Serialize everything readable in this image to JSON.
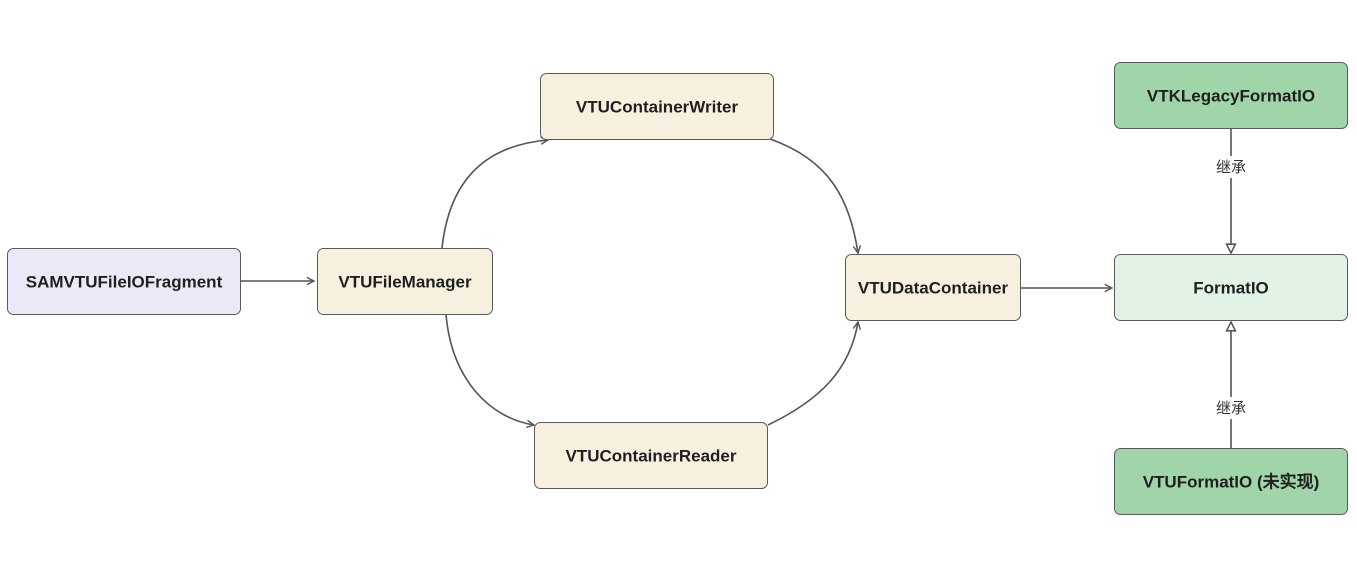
{
  "diagram": {
    "colors": {
      "purple_fill": "#ECE8F8",
      "beige_fill": "#F8F0DF",
      "light_green_fill": "#E2F2E4",
      "green_fill": "#9FD5A8",
      "border": "#5A5A5A",
      "edge": "#555555"
    },
    "nodes": {
      "samvtu": {
        "label": "SAMVTUFileIOFragment"
      },
      "file_manager": {
        "label": "VTUFileManager"
      },
      "container_writer": {
        "label": "VTUContainerWriter"
      },
      "container_reader": {
        "label": "VTUContainerReader"
      },
      "data_container": {
        "label": "VTUDataContainer"
      },
      "format_io": {
        "label": "FormatIO"
      },
      "vtk_legacy": {
        "label": "VTKLegacyFormatIO"
      },
      "vtu_format_io": {
        "label": "VTUFormatIO (未实现)"
      }
    },
    "edges": {
      "inherit_top": {
        "label": "继承"
      },
      "inherit_bottom": {
        "label": "继承"
      }
    }
  }
}
